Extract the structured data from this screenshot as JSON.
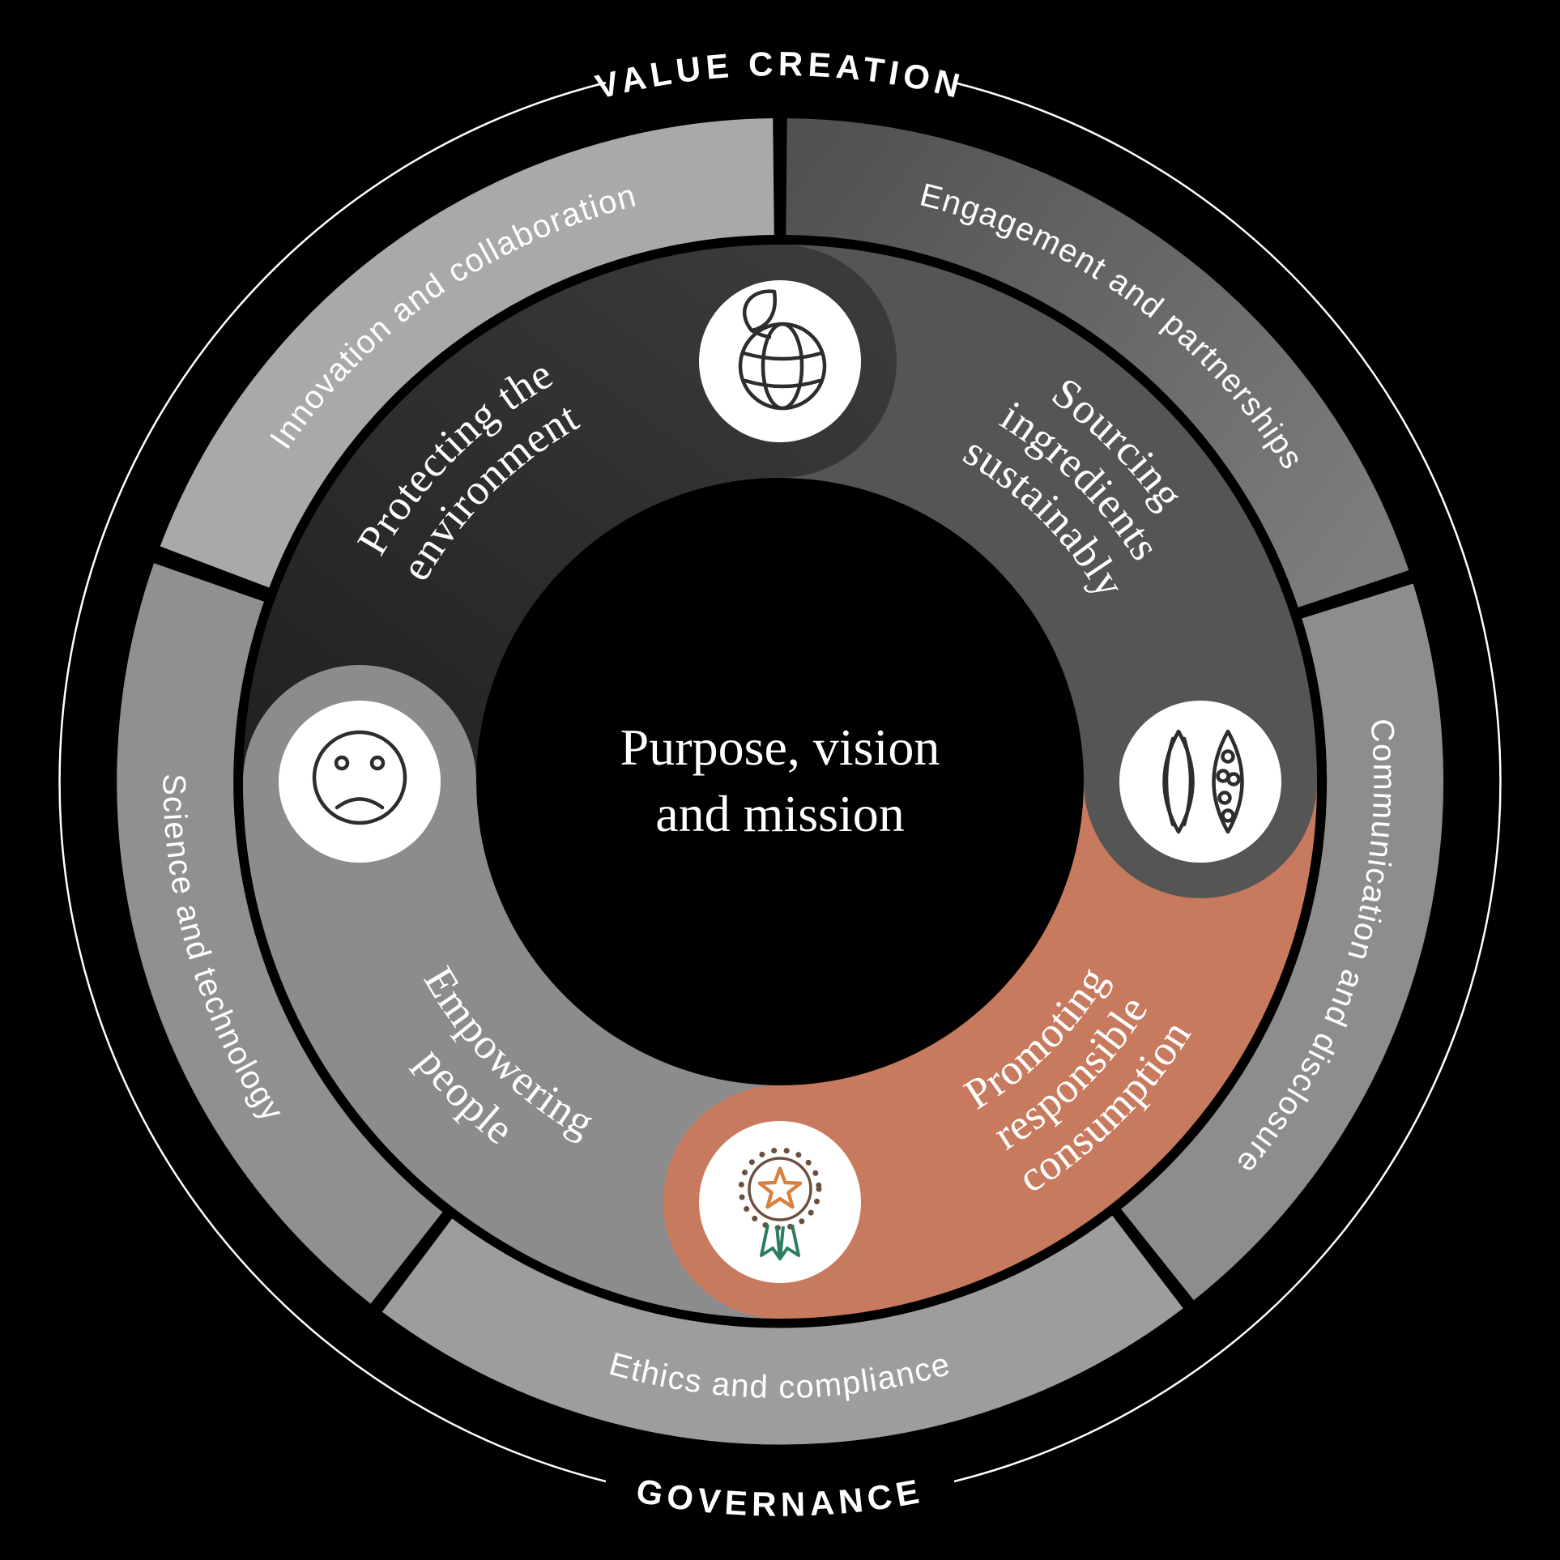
{
  "outer_ring": {
    "top_label": "VALUE CREATION",
    "bottom_label": "GOVERNANCE"
  },
  "middle_ring": {
    "segments": [
      {
        "label": "Innovation and collaboration",
        "color": "#a9a9a9"
      },
      {
        "label": "Engagement and partnerships",
        "color_start": "#515151",
        "color_end": "#7e7e7e"
      },
      {
        "label": "Communication and disclosure",
        "color": "#8d8d8d"
      },
      {
        "label": "Ethics and compliance",
        "color": "#9d9d9d"
      },
      {
        "label": "Science and technology",
        "color": "#909090"
      }
    ]
  },
  "inner_ring": {
    "segments": [
      {
        "lines": [
          "Protecting the",
          "environment"
        ],
        "color_start": "#1f1f1f",
        "color_end": "#3a3a3a"
      },
      {
        "lines": [
          "Sourcing",
          "ingredients",
          "sustainably"
        ],
        "color": "#555555"
      },
      {
        "lines": [
          "Promoting",
          "responsible",
          "consumption"
        ],
        "color": "#c87a5e"
      },
      {
        "lines": [
          "Empowering",
          "people"
        ],
        "color": "#8c8c8c"
      }
    ]
  },
  "center": {
    "lines": [
      "Purpose, vision",
      "and mission"
    ]
  },
  "icons": [
    {
      "name": "globe-leaf-icon",
      "position": "top"
    },
    {
      "name": "cocoa-pod-icon",
      "position": "right"
    },
    {
      "name": "award-ribbon-icon",
      "position": "bottom"
    },
    {
      "name": "face-icon",
      "position": "left"
    }
  ],
  "colors": {
    "background": "#000000",
    "text": "#ffffff",
    "award_star": "#d9803f",
    "award_ribbon": "#2a7d5e",
    "icon_stroke": "#2d2d2d",
    "promoting_accent": "#c87a5e"
  }
}
